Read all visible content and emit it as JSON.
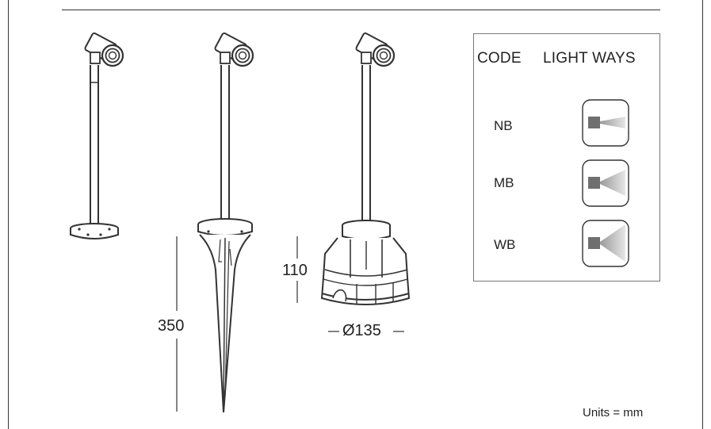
{
  "dimensions": {
    "spike_height": "350",
    "box_height": "110",
    "box_diameter": "Ø135"
  },
  "legend": {
    "header_code": "CODE",
    "header_light_ways": "LIGHT WAYS",
    "rows": [
      {
        "code": "NB",
        "icon": "narrow-beam-icon",
        "beam_spread": "narrow"
      },
      {
        "code": "MB",
        "icon": "medium-beam-icon",
        "beam_spread": "medium"
      },
      {
        "code": "WB",
        "icon": "wide-beam-icon",
        "beam_spread": "wide"
      }
    ]
  },
  "units": "Units = mm",
  "colors": {
    "line": "#333333",
    "beam_square": "#6f6f6f",
    "beam_cone_dark": "#9a9a9a",
    "beam_cone_light": "#e6e6e6"
  }
}
